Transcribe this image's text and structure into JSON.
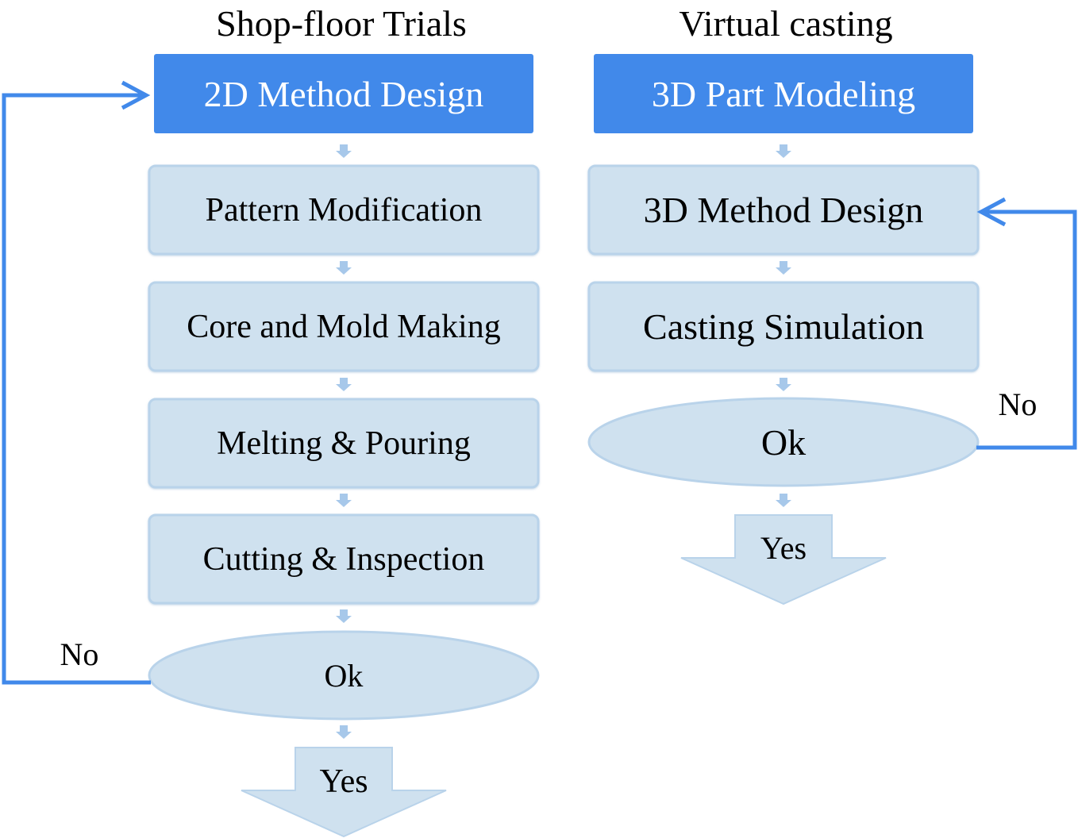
{
  "left_column": {
    "title": "Shop-floor Trials",
    "start": "2D Method Design",
    "steps": [
      "Pattern Modification",
      "Core and Mold Making",
      "Melting & Pouring",
      "Cutting & Inspection"
    ],
    "decision": "Ok",
    "no_label": "No",
    "yes_label": "Yes"
  },
  "right_column": {
    "title": "Virtual casting",
    "start": "3D Part Modeling",
    "steps": [
      "3D Method Design",
      "Casting Simulation"
    ],
    "decision": "Ok",
    "no_label": "No",
    "yes_label": "Yes"
  },
  "colors": {
    "dark_box": "#4189ea",
    "light_box": "#cfe1ef",
    "light_border": "#b9d3ea",
    "small_arrow": "#a7c8ea",
    "feedback_line": "#4189ea"
  }
}
